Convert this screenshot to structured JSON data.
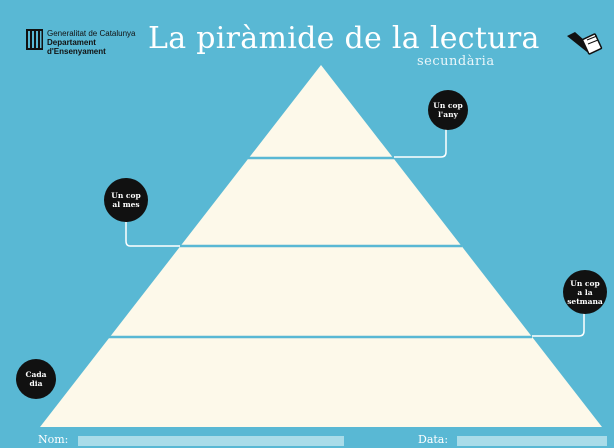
{
  "header": {
    "org_line1": "Generalitat de Catalunya",
    "org_line2": "Departament",
    "org_line3": "d'Ensenyament",
    "title": "La piràmide de la lectura",
    "subtitle": "secundària",
    "deco_icon": "pencil-book-icon"
  },
  "pyramid": {
    "levels": [
      {
        "bubble_line1": "Un cop",
        "bubble_line2": "l'any"
      },
      {
        "bubble_line1": "Un cop",
        "bubble_line2": "al mes"
      },
      {
        "bubble_line1": "Un cop",
        "bubble_line2": "a la",
        "bubble_line3": "setmana"
      },
      {
        "bubble_line1": "Cada",
        "bubble_line2": "dia"
      }
    ],
    "colors": {
      "fill": "#fdf9ea",
      "background": "#59b8d4",
      "bubble": "#111111"
    }
  },
  "footer": {
    "name_label": "Nom:",
    "name_value": "",
    "date_label": "Data:",
    "date_value": ""
  }
}
